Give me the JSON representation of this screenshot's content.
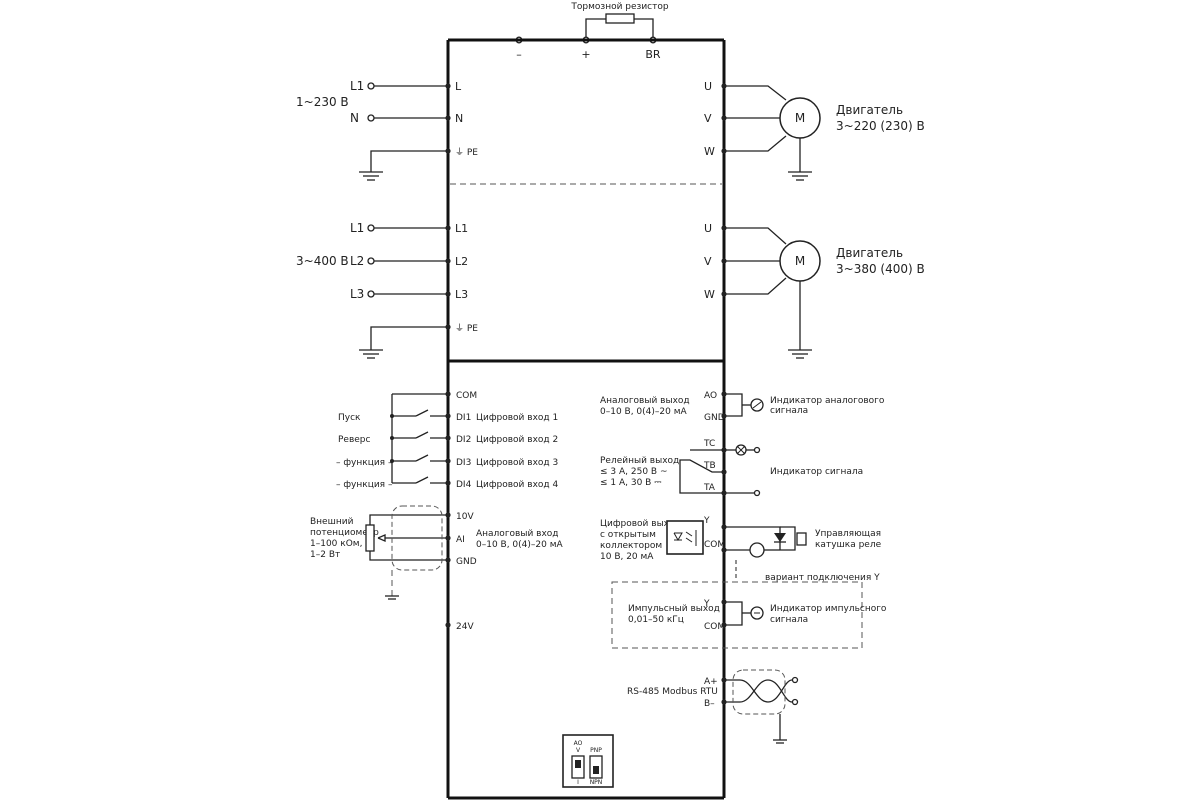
{
  "brake": {
    "label": "Тормозной резистор",
    "minus": "–",
    "plus": "+",
    "br": "BR"
  },
  "supply1": {
    "voltage": "1~230 В",
    "L1": "L1",
    "N": "N"
  },
  "supply3": {
    "voltage": "3~400 В",
    "L1": "L1",
    "L2": "L2",
    "L3": "L3"
  },
  "term": {
    "L": "L",
    "N": "N",
    "PE": "⏚ PE",
    "L1": "L1",
    "L2": "L2",
    "L3": "L3",
    "U": "U",
    "V": "V",
    "W": "W",
    "COM": "COM",
    "DI1": "DI1",
    "DI2": "DI2",
    "DI3": "DI3",
    "DI4": "DI4",
    "V10": "10V",
    "AI": "AI",
    "GND": "GND",
    "V24": "24V",
    "AO": "AO",
    "TC": "TC",
    "TB": "TB",
    "TA": "TA",
    "Y": "Y",
    "Aplus": "A+",
    "Bminus": "B–"
  },
  "motor1": {
    "symbol": "M",
    "label": "Двигатель",
    "voltage": "3~220 (230) В"
  },
  "motor2": {
    "symbol": "M",
    "label": "Двигатель",
    "voltage": "3~380 (400) В"
  },
  "inputs": {
    "start": "Пуск",
    "reverse": "Реверс",
    "func": "– функция –",
    "di1": "Цифровой вход 1",
    "di2": "Цифровой вход 2",
    "di3": "Цифровой вход 3",
    "di4": "Цифровой вход 4"
  },
  "pot": {
    "l1": "Внешний",
    "l2": "потенциометр",
    "l3": "1–100 кОм,",
    "l4": "1–2 Вт"
  },
  "analog_in": {
    "l1": "Аналоговый вход",
    "l2": "0–10 В, 0(4)–20 мА"
  },
  "analog_out": {
    "l1": "Аналоговый выход",
    "l2": "0–10 В, 0(4)–20 мА",
    "ind1": "Индикатор аналогового",
    "ind2": "сигнала"
  },
  "relay": {
    "l1": "Релейный выход",
    "l2": "≤ 3 А, 250 В ~",
    "l3": "≤ 1 А, 30 В ⎓",
    "ind": "Индикатор сигнала"
  },
  "digital_out": {
    "l1": "Цифровой выход",
    "l2": "с открытым",
    "l3": "коллектором",
    "l4": "10 В, 20 мА",
    "coil1": "Управляющая",
    "coil2": "катушка реле"
  },
  "variant": "вариант подключения Y",
  "pulse": {
    "l1": "Импульсный выход",
    "l2": "0,01–50 кГц",
    "ind1": "Индикатор импульсного",
    "ind2": "сигнала"
  },
  "rs485": "RS-485 Modbus RTU",
  "switch": {
    "ao": "AO",
    "v": "V",
    "pnp": "PNP",
    "i": "I",
    "npn": "NPN"
  }
}
